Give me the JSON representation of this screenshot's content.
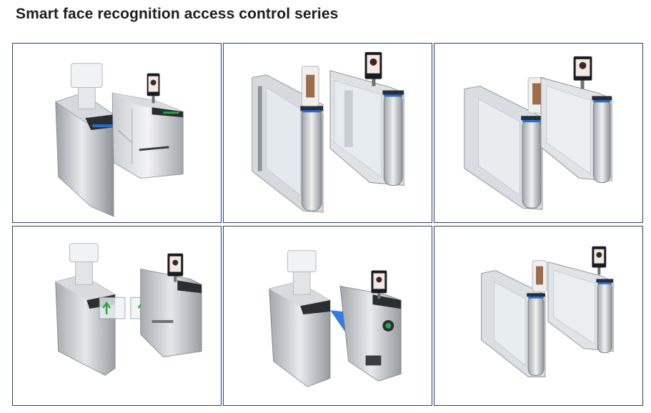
{
  "page": {
    "title": "Smart face recognition access control series"
  },
  "colors": {
    "frame_border": "#2a3f7a",
    "steel_light": "#e8e9eb",
    "steel_mid": "#b9bcc1",
    "steel_dark": "#7c8087",
    "accent_blue": "#1f6fe0",
    "indicator_green": "#27a844",
    "cap_dark": "#2b2d31"
  },
  "products": [
    {
      "id": "p1",
      "icon": "flap-barrier-turnstile-icon"
    },
    {
      "id": "p2",
      "icon": "swing-gate-turnstile-icon"
    },
    {
      "id": "p3",
      "icon": "speed-gate-turnstile-icon"
    },
    {
      "id": "p4",
      "icon": "swing-barrier-green-arrow-icon"
    },
    {
      "id": "p5",
      "icon": "flap-barrier-blue-wings-icon"
    },
    {
      "id": "p6",
      "icon": "slim-speed-gate-icon"
    }
  ]
}
